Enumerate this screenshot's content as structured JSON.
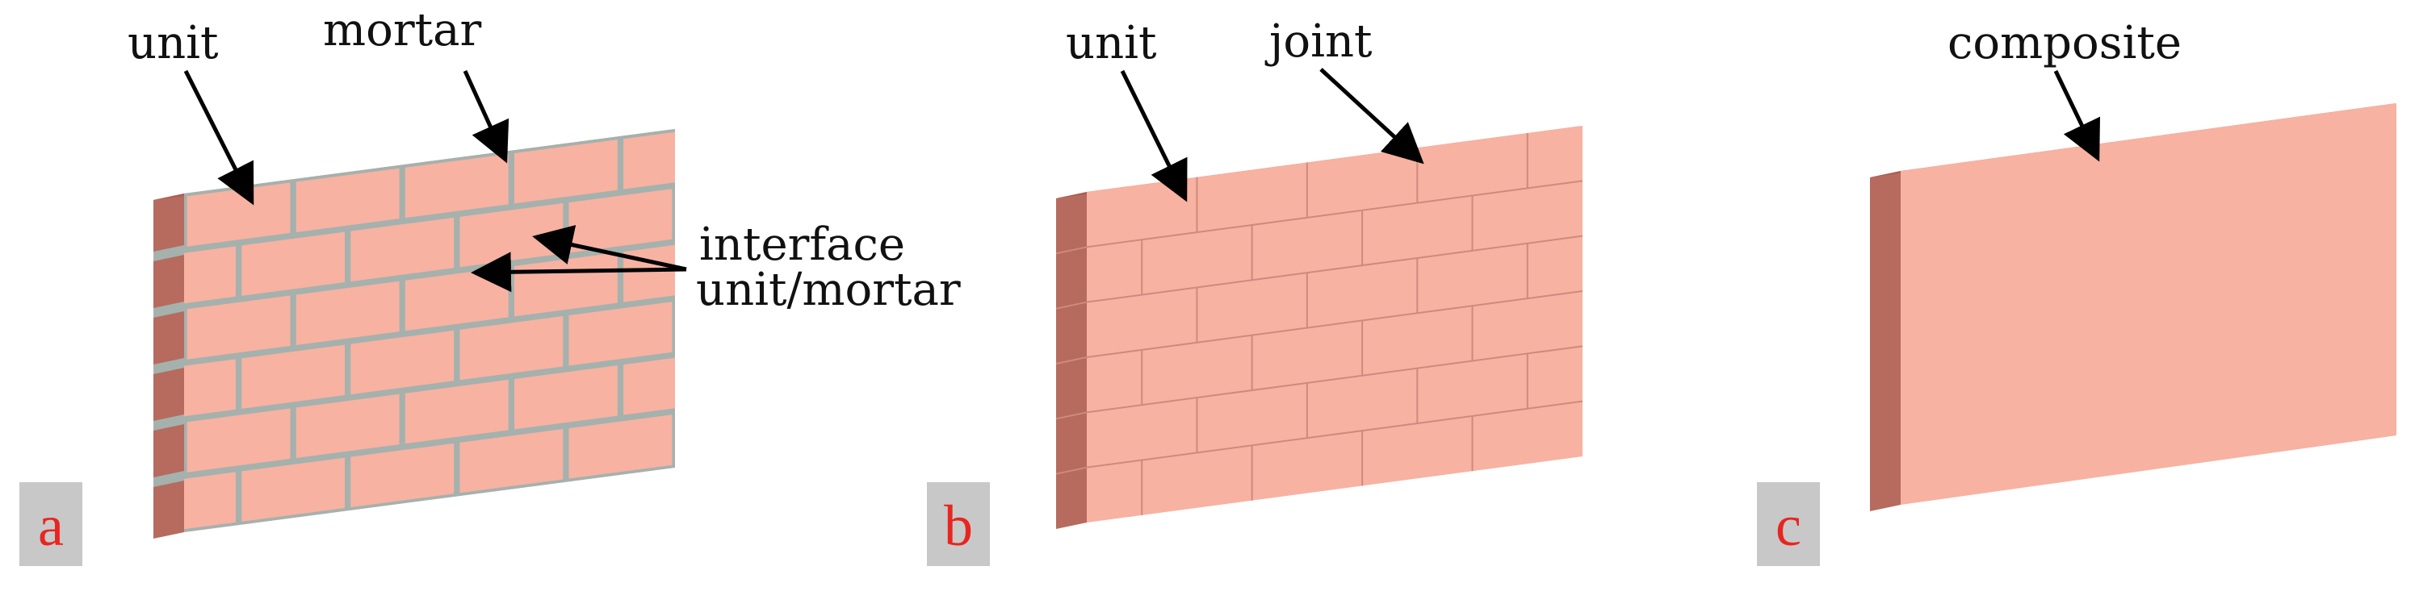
{
  "colors": {
    "brick_face": "#f7b2a2",
    "brick_side": "#b66b5e",
    "brick_top": "#a95e52",
    "mortar": "#a5b1ad",
    "thin_joint": "#cf8a7d",
    "panel_label_bg": "#c8c8c8",
    "panel_label_text": "#e8251f",
    "arrow": "#000000"
  },
  "panels": [
    {
      "letter": "a",
      "labels": {
        "unit": "unit",
        "mortar": "mortar",
        "interface_line1": "interface",
        "interface_line2": "unit/mortar"
      }
    },
    {
      "letter": "b",
      "labels": {
        "unit": "unit",
        "joint": "joint"
      }
    },
    {
      "letter": "c",
      "labels": {
        "composite": "composite"
      }
    }
  ]
}
